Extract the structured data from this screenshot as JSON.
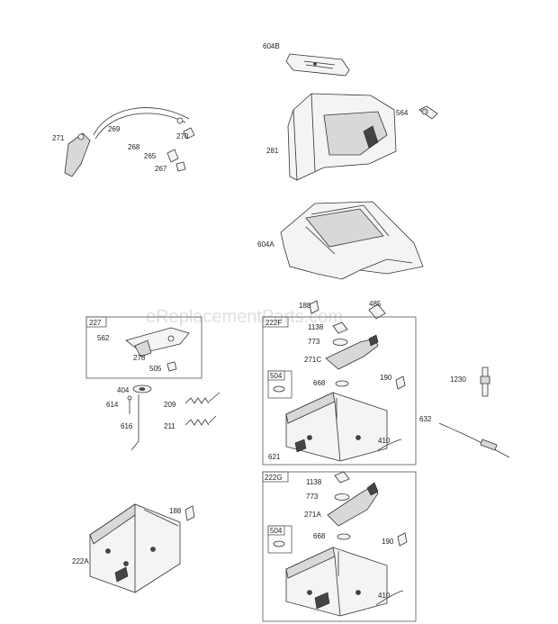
{
  "watermark": "eReplacementParts.com",
  "callouts": {
    "c604B": "604B",
    "c564": "564",
    "c281": "281",
    "c269": "269",
    "c271": "271",
    "c268": "268",
    "c270": "270",
    "c265": "265",
    "c267": "267",
    "c604A": "604A",
    "c188a": "188",
    "c485": "485",
    "c562": "562",
    "c278": "278",
    "c505": "505",
    "c404": "404",
    "c614": "614",
    "c209": "209",
    "c616": "616",
    "c211": "211",
    "c1138a": "1138",
    "c773a": "773",
    "c271C": "271C",
    "c190a": "190",
    "c668a": "668",
    "c1230": "1230",
    "c632": "632",
    "c410a": "410",
    "c621": "621",
    "c188b": "188",
    "c222A": "222A",
    "c1138b": "1138",
    "c773b": "773",
    "c271A": "271A",
    "c668b": "668",
    "c190b": "190",
    "c410b": "410"
  },
  "boxes": {
    "box227": "227",
    "box222F": "222F",
    "box504a": "504",
    "box222G": "222G",
    "box504b": "504"
  }
}
